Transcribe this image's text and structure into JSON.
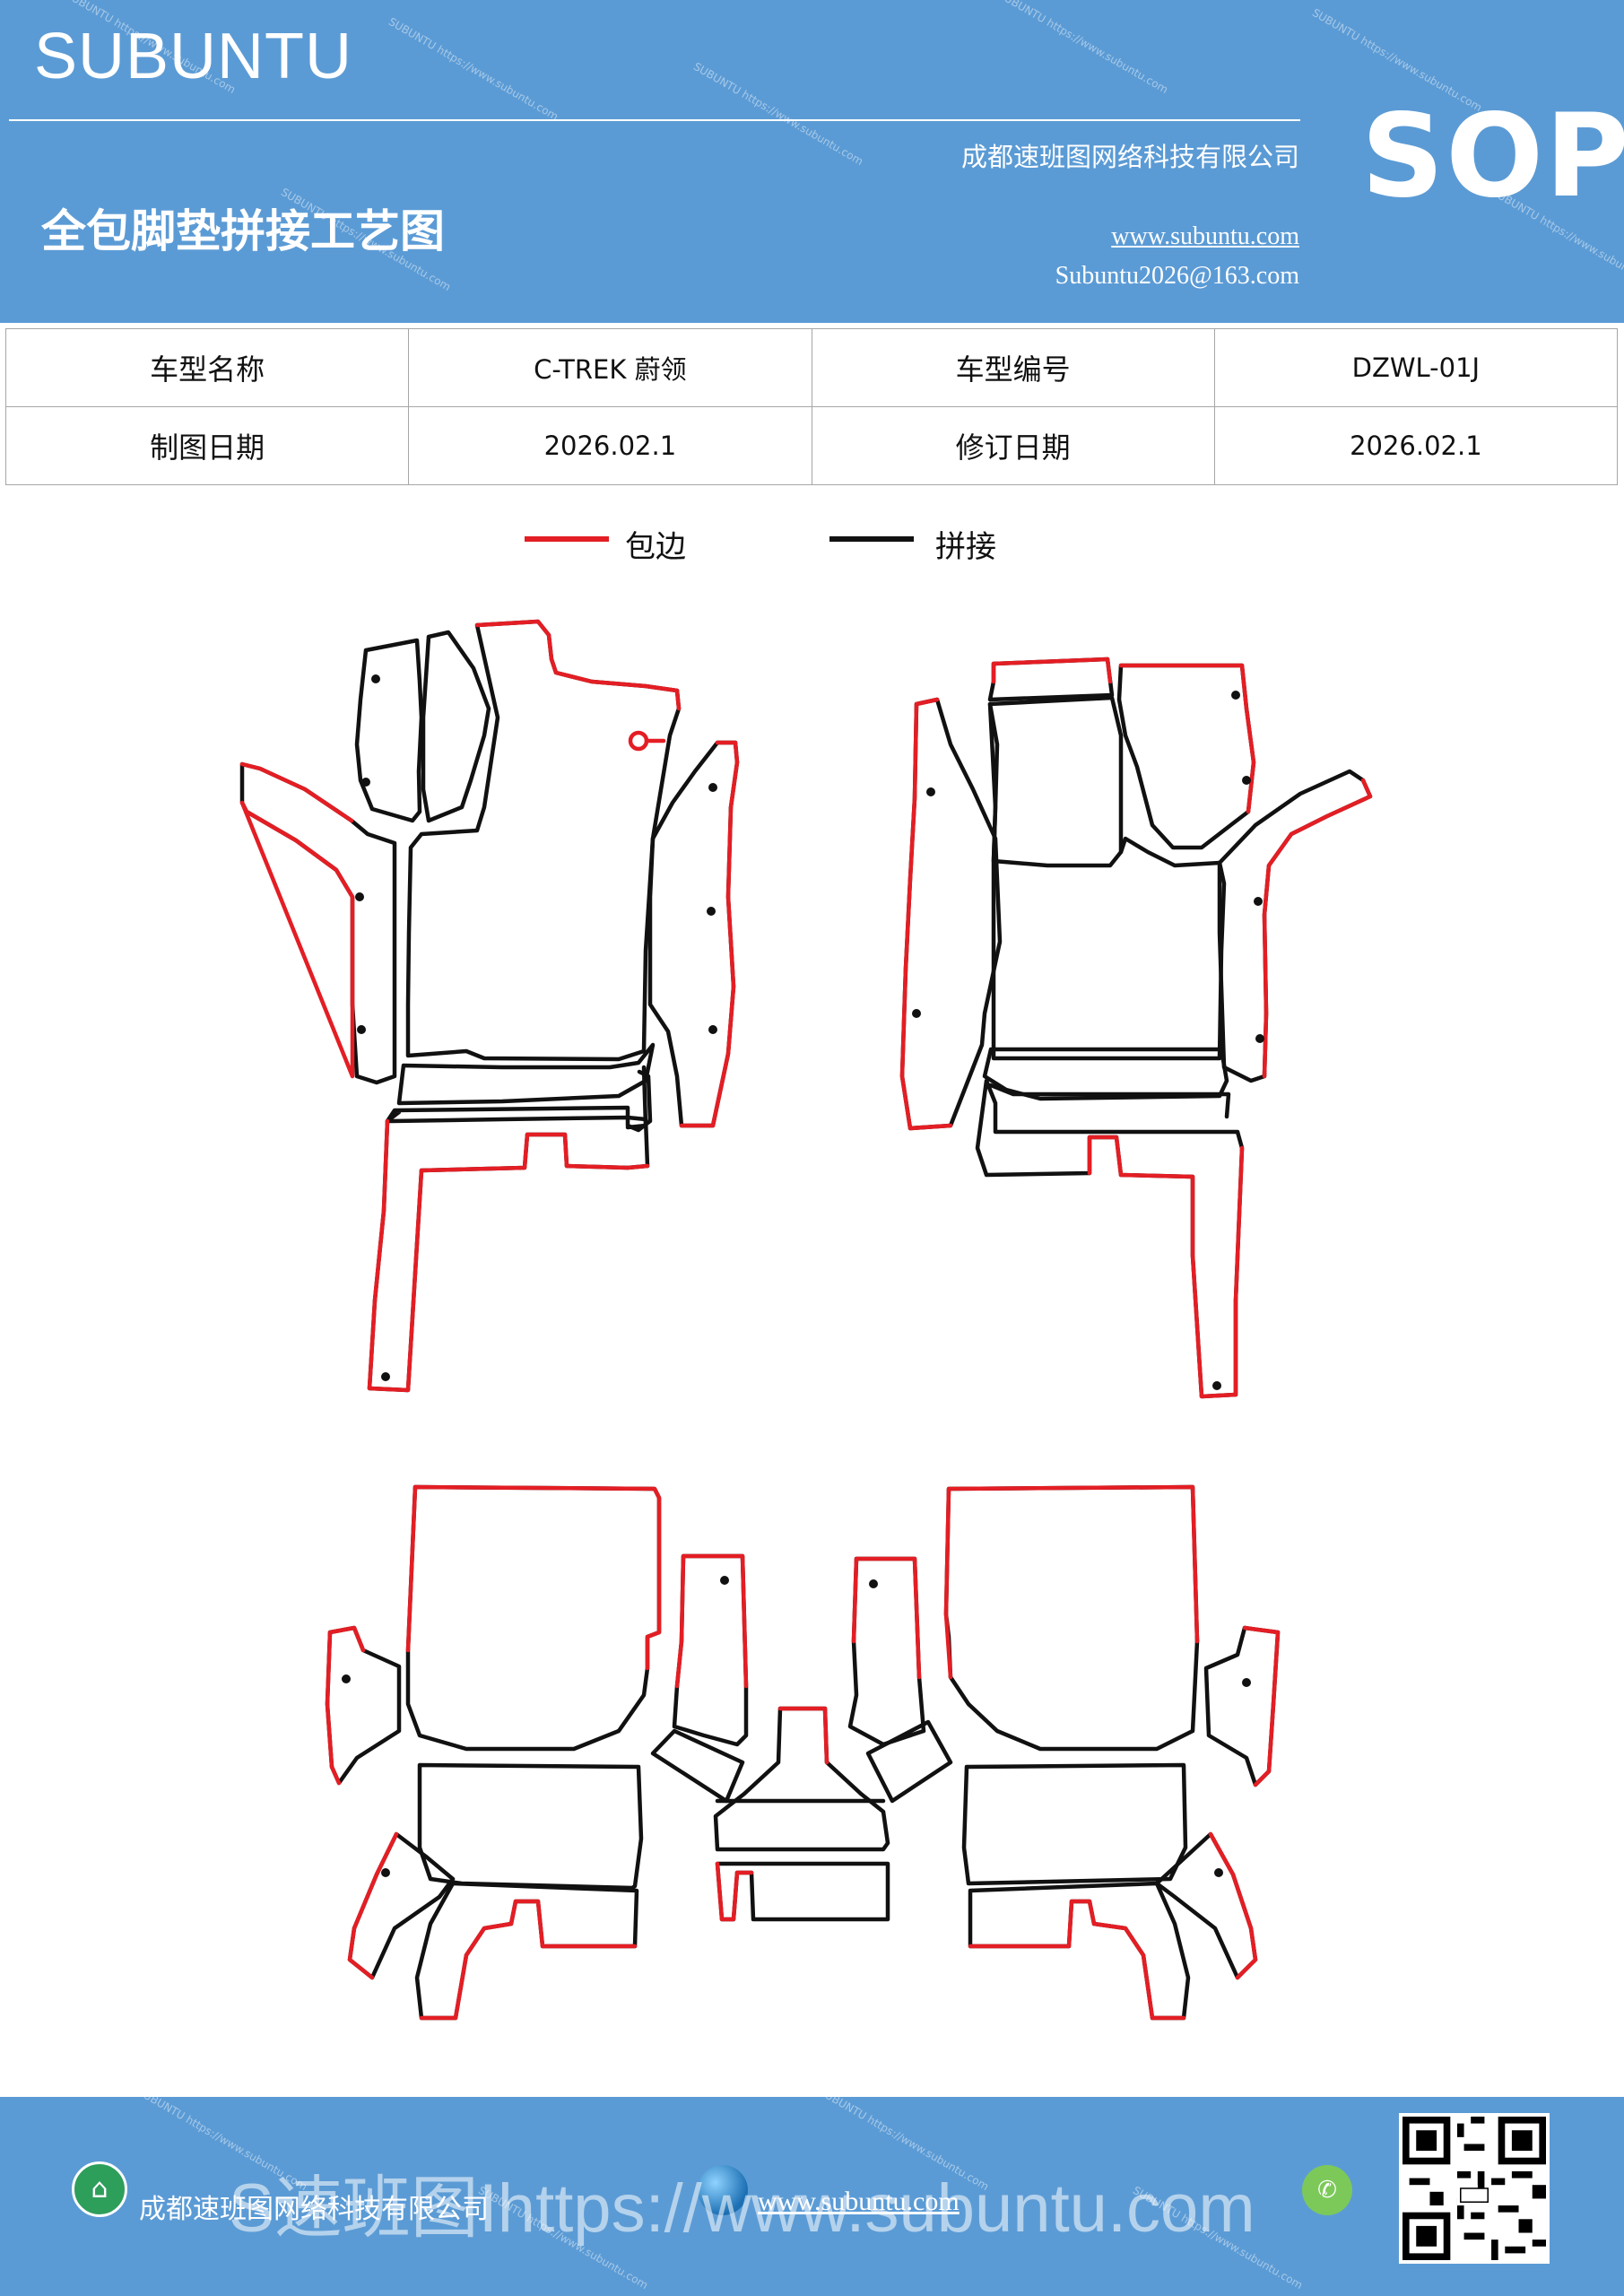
{
  "header": {
    "brand": "SUBUNTU",
    "company": "成都速班图网络科技有限公司",
    "title": "全包脚垫拼接工艺图",
    "website": "www.subuntu.com",
    "email": "Subuntu2026@163.com",
    "badge": "SOP"
  },
  "info_table": {
    "model_name_label": "车型名称",
    "model_name_value": "C-TREK  蔚领",
    "model_code_label": "车型编号",
    "model_code_value": "DZWL-01J",
    "draw_date_label": "制图日期",
    "draw_date_value": "2026.02.1",
    "revise_date_label": "修订日期",
    "revise_date_value": "2026.02.1"
  },
  "legend": {
    "edge_label": "包边",
    "edge_color": "#e31e24",
    "join_label": "拼接",
    "join_color": "#111111"
  },
  "footer": {
    "company": "成都速班图网络科技有限公司",
    "website": "www.subuntu.com",
    "overlay": "S速班图Ihttps://www.subuntu.com"
  }
}
